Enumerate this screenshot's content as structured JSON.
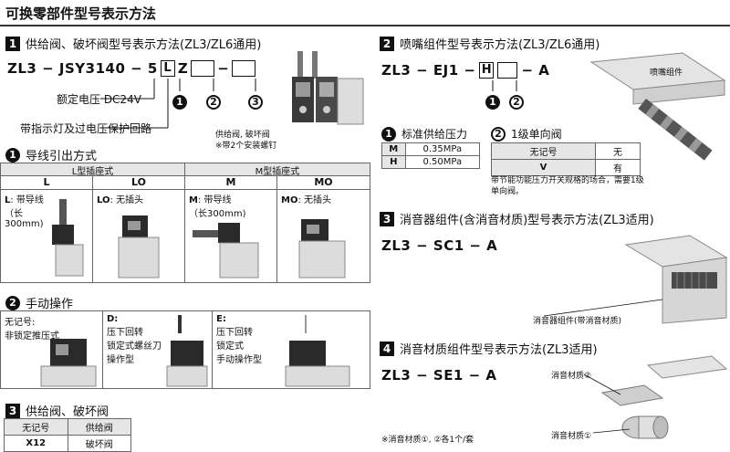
{
  "page_title": "可换零部件型号表示方法",
  "sec1": {
    "num": "1",
    "title": "供给阀、破坏阀型号表示方法(ZL3/ZL6通用)",
    "model_prefix": "ZL3 − JSY3140 − 5",
    "box_l": "L",
    "box_z": "Z",
    "dash": "−",
    "circle1": "1",
    "circle2": "2",
    "circle3": "3",
    "voltage_label": "额定电压 DC24V",
    "indicator_label": "带指示灯及过电压保护回路",
    "valve_note_line1": "供给阀, 破坏阀",
    "valve_note_line2": "※带2个安装螺钉"
  },
  "wiring": {
    "num": "1",
    "title": "导线引出方式",
    "group_l": "L型插座式",
    "group_m": "M型插座式",
    "cols": [
      "L",
      "LO",
      "M",
      "MO"
    ],
    "desc_l_code": "L",
    "desc_l_text1": ": 带导线",
    "desc_l_text2": "（长",
    "desc_l_text3": "300mm)",
    "desc_lo_code": "LO",
    "desc_lo_text": ": 无插头",
    "desc_m_code": "M",
    "desc_m_text1": ": 带导线",
    "desc_m_text2": "（长300mm)",
    "desc_mo_code": "MO",
    "desc_mo_text": ": 无插头"
  },
  "manual": {
    "num": "2",
    "title": "手动操作",
    "opt_none_1": "无记号:",
    "opt_none_2": "非锁定推压式",
    "opt_d_1": "D:",
    "opt_d_2": "压下回转",
    "opt_d_3": "锁定式螺丝刀",
    "opt_d_4": "操作型",
    "opt_e_1": "E:",
    "opt_e_2": "压下回转",
    "opt_e_3": "锁定式",
    "opt_e_4": "手动操作型"
  },
  "sec3": {
    "num": "3",
    "title": "供给阀、破坏阀",
    "headers": [
      "无记号",
      "供给阀"
    ],
    "row": [
      "X12",
      "破坏阀"
    ]
  },
  "sec2": {
    "num": "2",
    "title": "喷嘴组件型号表示方法(ZL3/ZL6通用)",
    "model_prefix": "ZL3 − EJ1 −",
    "box_h": "H",
    "suffix": "− A",
    "circle1": "1",
    "circle2": "2",
    "part_label": "喷嘴组件",
    "pressure_title": "标准供给压力",
    "pressure_rows": [
      [
        "M",
        "0.35MPa"
      ],
      [
        "H",
        "0.50MPa"
      ]
    ],
    "check_title": "1级单向阀",
    "check_rows": [
      [
        "无记号",
        "无"
      ],
      [
        "V",
        "有"
      ]
    ],
    "note_line1": "带节能功能压力开关规格的场合，需要1级",
    "note_line2": "单向阀。"
  },
  "sec3r": {
    "num": "3",
    "title": "消音器组件(含消音材质)型号表示方法(ZL3适用)",
    "model": "ZL3 − SC1 − A",
    "part_label": "消音器组件(带消音材质)"
  },
  "sec4": {
    "num": "4",
    "title": "消音材质组件型号表示方法(ZL3适用)",
    "model": "ZL3 − SE1 − A",
    "label2": "消音材质②",
    "label1": "消音材质①",
    "note": "※消音材质①, ②各1个/套"
  }
}
